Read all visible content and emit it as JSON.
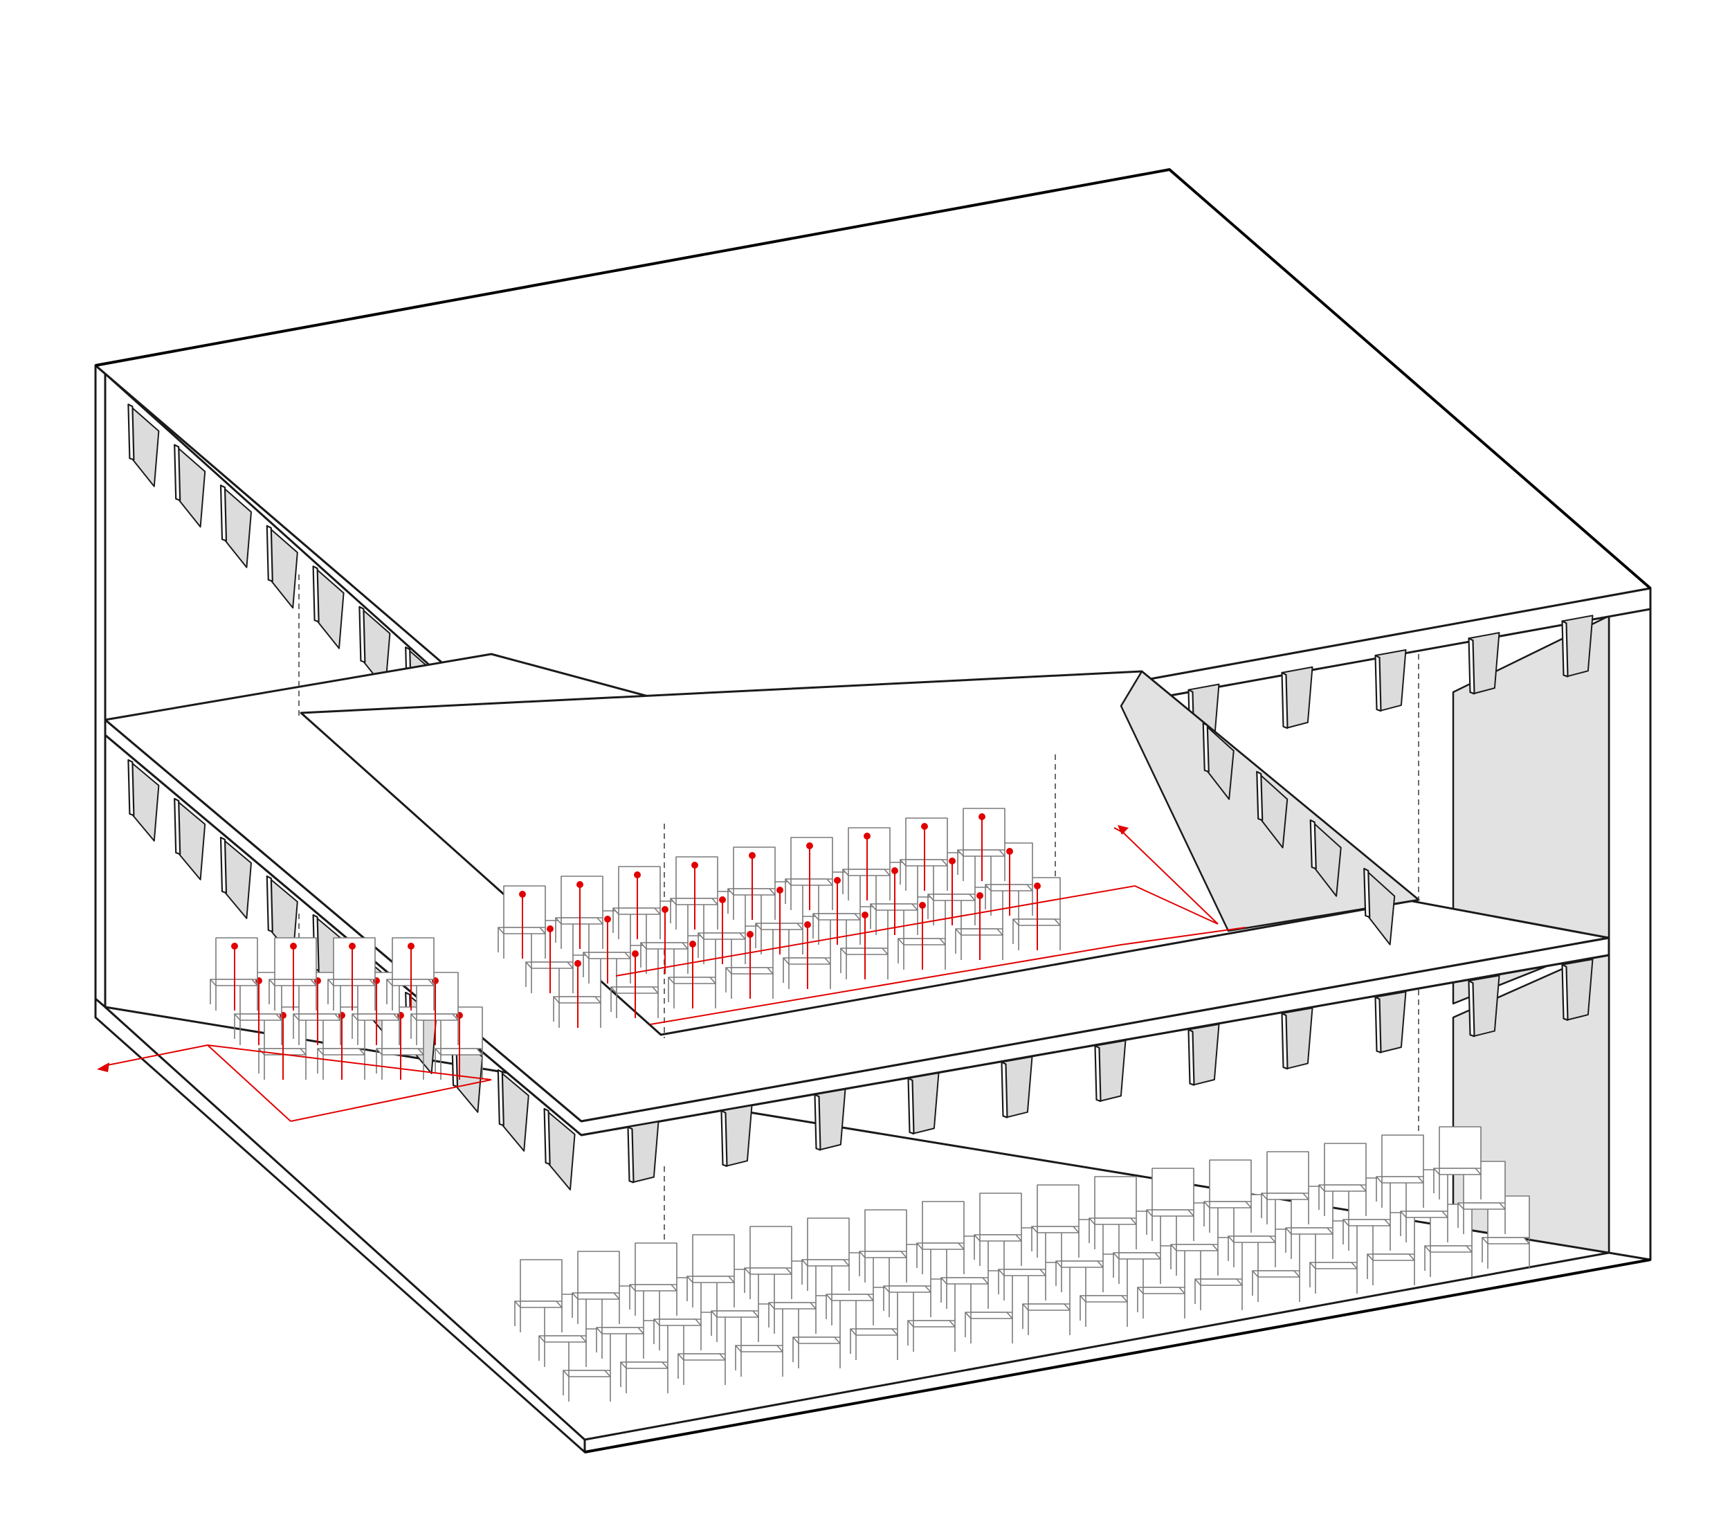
{
  "figure": {
    "kind": "axonometric-section",
    "colors": {
      "line": "#1a1a1a",
      "shade": "#e2e2e2",
      "chair": "#7a7a7a",
      "ventilation": "#e10000",
      "background": "#ffffff"
    },
    "levels": [
      {
        "name": "upper-seating",
        "rows": 3,
        "chairs_per_row": 9
      },
      {
        "name": "lower-seating",
        "rows": 3,
        "chairs_per_row": 17
      },
      {
        "name": "balcony-seating",
        "rows": 3,
        "chairs_per_row": 4
      }
    ],
    "ventilation_arrows": [
      "exhaust-left",
      "supply-right"
    ]
  }
}
